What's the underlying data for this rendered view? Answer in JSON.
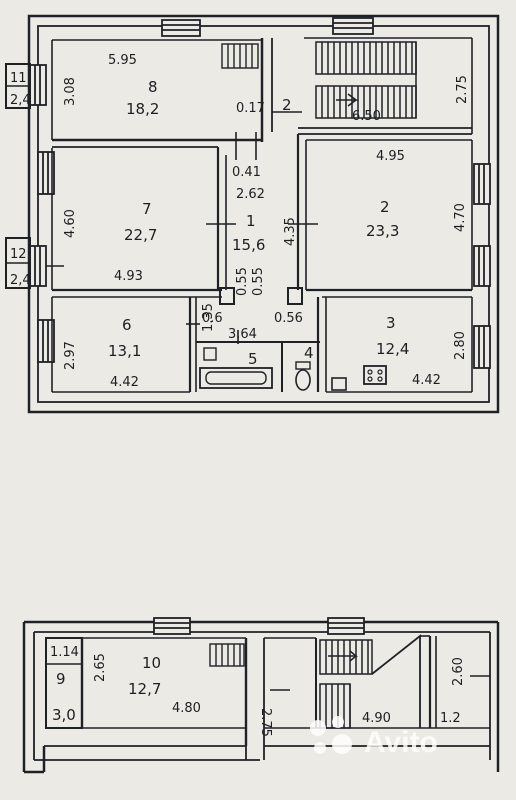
{
  "plan_upper": {
    "rooms": [
      {
        "id": "8",
        "area": "18,2"
      },
      {
        "id": "2",
        "area": ""
      },
      {
        "id": "7",
        "area": "22,7"
      },
      {
        "id": "1",
        "area": "15,6"
      },
      {
        "id": "2",
        "area": "23,3"
      },
      {
        "id": "6",
        "area": "13,1"
      },
      {
        "id": "5",
        "area": ""
      },
      {
        "id": "4",
        "area": ""
      },
      {
        "id": "3",
        "area": "12,4"
      }
    ],
    "side_labels": {
      "left_top_number": "11",
      "left_top_small": "2,4",
      "left_mid_number": "12",
      "left_mid_small": "2,4"
    },
    "dimensions": {
      "top_left": "5.95",
      "corridor_top": "0.17",
      "stair_width": "6.50",
      "right_upper": "2.75",
      "left_upper": "3.08",
      "room7_left": "4.60",
      "room7_bottom": "4.93",
      "room1_top_a": "0.41",
      "room1_top_b": "2.62",
      "room1_side": "4.35",
      "room2_top": "4.95",
      "room2_right": "4.70",
      "room6_left": "2.97",
      "room6_bottom": "4.42",
      "mid_a": "1.35",
      "mid_b": "0.6",
      "mid_c": "0.55",
      "mid_d": "0.55",
      "mid_e": "0.56",
      "mid_f": "3.64",
      "room3_right": "2.80",
      "room3_bottom": "4.42"
    }
  },
  "plan_lower": {
    "rooms": [
      {
        "id": "9",
        "area": "3,0"
      },
      {
        "id": "10",
        "area": "12,7"
      }
    ],
    "dimensions": {
      "room9_top": "1.14",
      "room9_side": "2.65",
      "room10_bottom": "4.80",
      "mid_side": "2.75",
      "right_width": "4.90",
      "right_side": "2.60",
      "right_small": "1.2"
    }
  },
  "watermark": {
    "text": "Avito",
    "color": "#ffffff"
  }
}
